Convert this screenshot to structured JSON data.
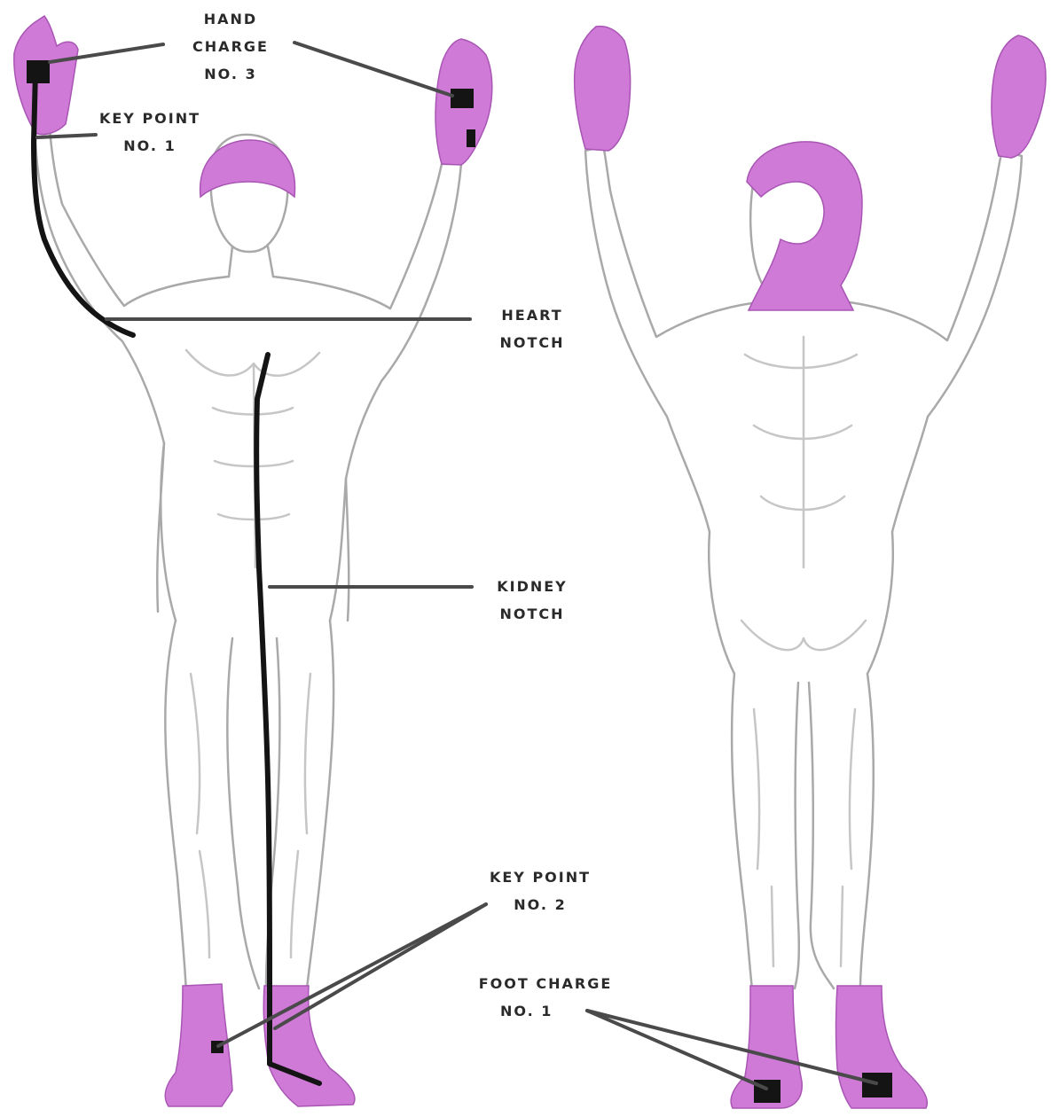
{
  "colors": {
    "outline": "#a9a9a9",
    "muscle": "#c6c6c6",
    "accent": "#d07ad8",
    "accent_dark": "#a855b4",
    "leader": "#4a4a4a",
    "heavy": "#141414"
  },
  "labels": {
    "hand_charge": [
      "HAND",
      "CHARGE",
      "NO. 3"
    ],
    "key_point_top": [
      "KEY POINT",
      "NO. 1"
    ],
    "heart_notch": [
      "HEART",
      "NOTCH"
    ],
    "kidney_notch": [
      "KIDNEY",
      "NOTCH"
    ],
    "key_point_bottom": [
      "KEY POINT",
      "NO. 2"
    ],
    "foot_charge": [
      "FOOT CHARGE",
      "NO. 1"
    ]
  },
  "figures": [
    {
      "name": "front-figure",
      "view": "front"
    },
    {
      "name": "back-figure",
      "view": "back"
    }
  ]
}
